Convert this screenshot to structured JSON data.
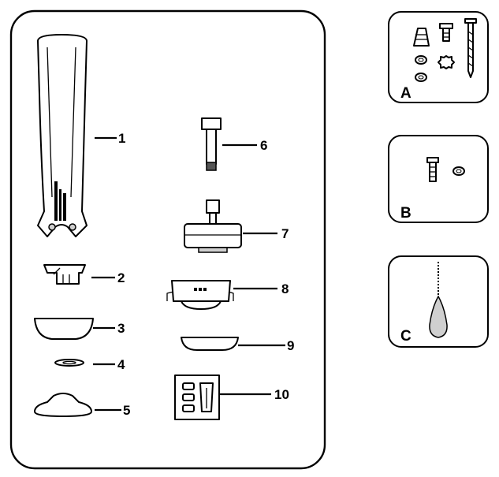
{
  "parts": [
    {
      "number": "1",
      "icon": "fan-blade"
    },
    {
      "number": "2",
      "icon": "hanger-bracket"
    },
    {
      "number": "3",
      "icon": "canopy"
    },
    {
      "number": "4",
      "icon": "canopy-ring"
    },
    {
      "number": "5",
      "icon": "coupling-cover"
    },
    {
      "number": "6",
      "icon": "downrod"
    },
    {
      "number": "7",
      "icon": "motor-assembly"
    },
    {
      "number": "8",
      "icon": "switch-housing"
    },
    {
      "number": "9",
      "icon": "light-cover"
    },
    {
      "number": "10",
      "icon": "blade-arm-pads"
    }
  ],
  "hardware_bags": [
    {
      "letter": "A",
      "icons": [
        "wire-nut",
        "screw",
        "wood-screw",
        "washer",
        "lock-washer"
      ]
    },
    {
      "letter": "B",
      "icons": [
        "screw",
        "washer"
      ]
    },
    {
      "letter": "C",
      "icons": [
        "pull-chain-fob"
      ]
    }
  ]
}
